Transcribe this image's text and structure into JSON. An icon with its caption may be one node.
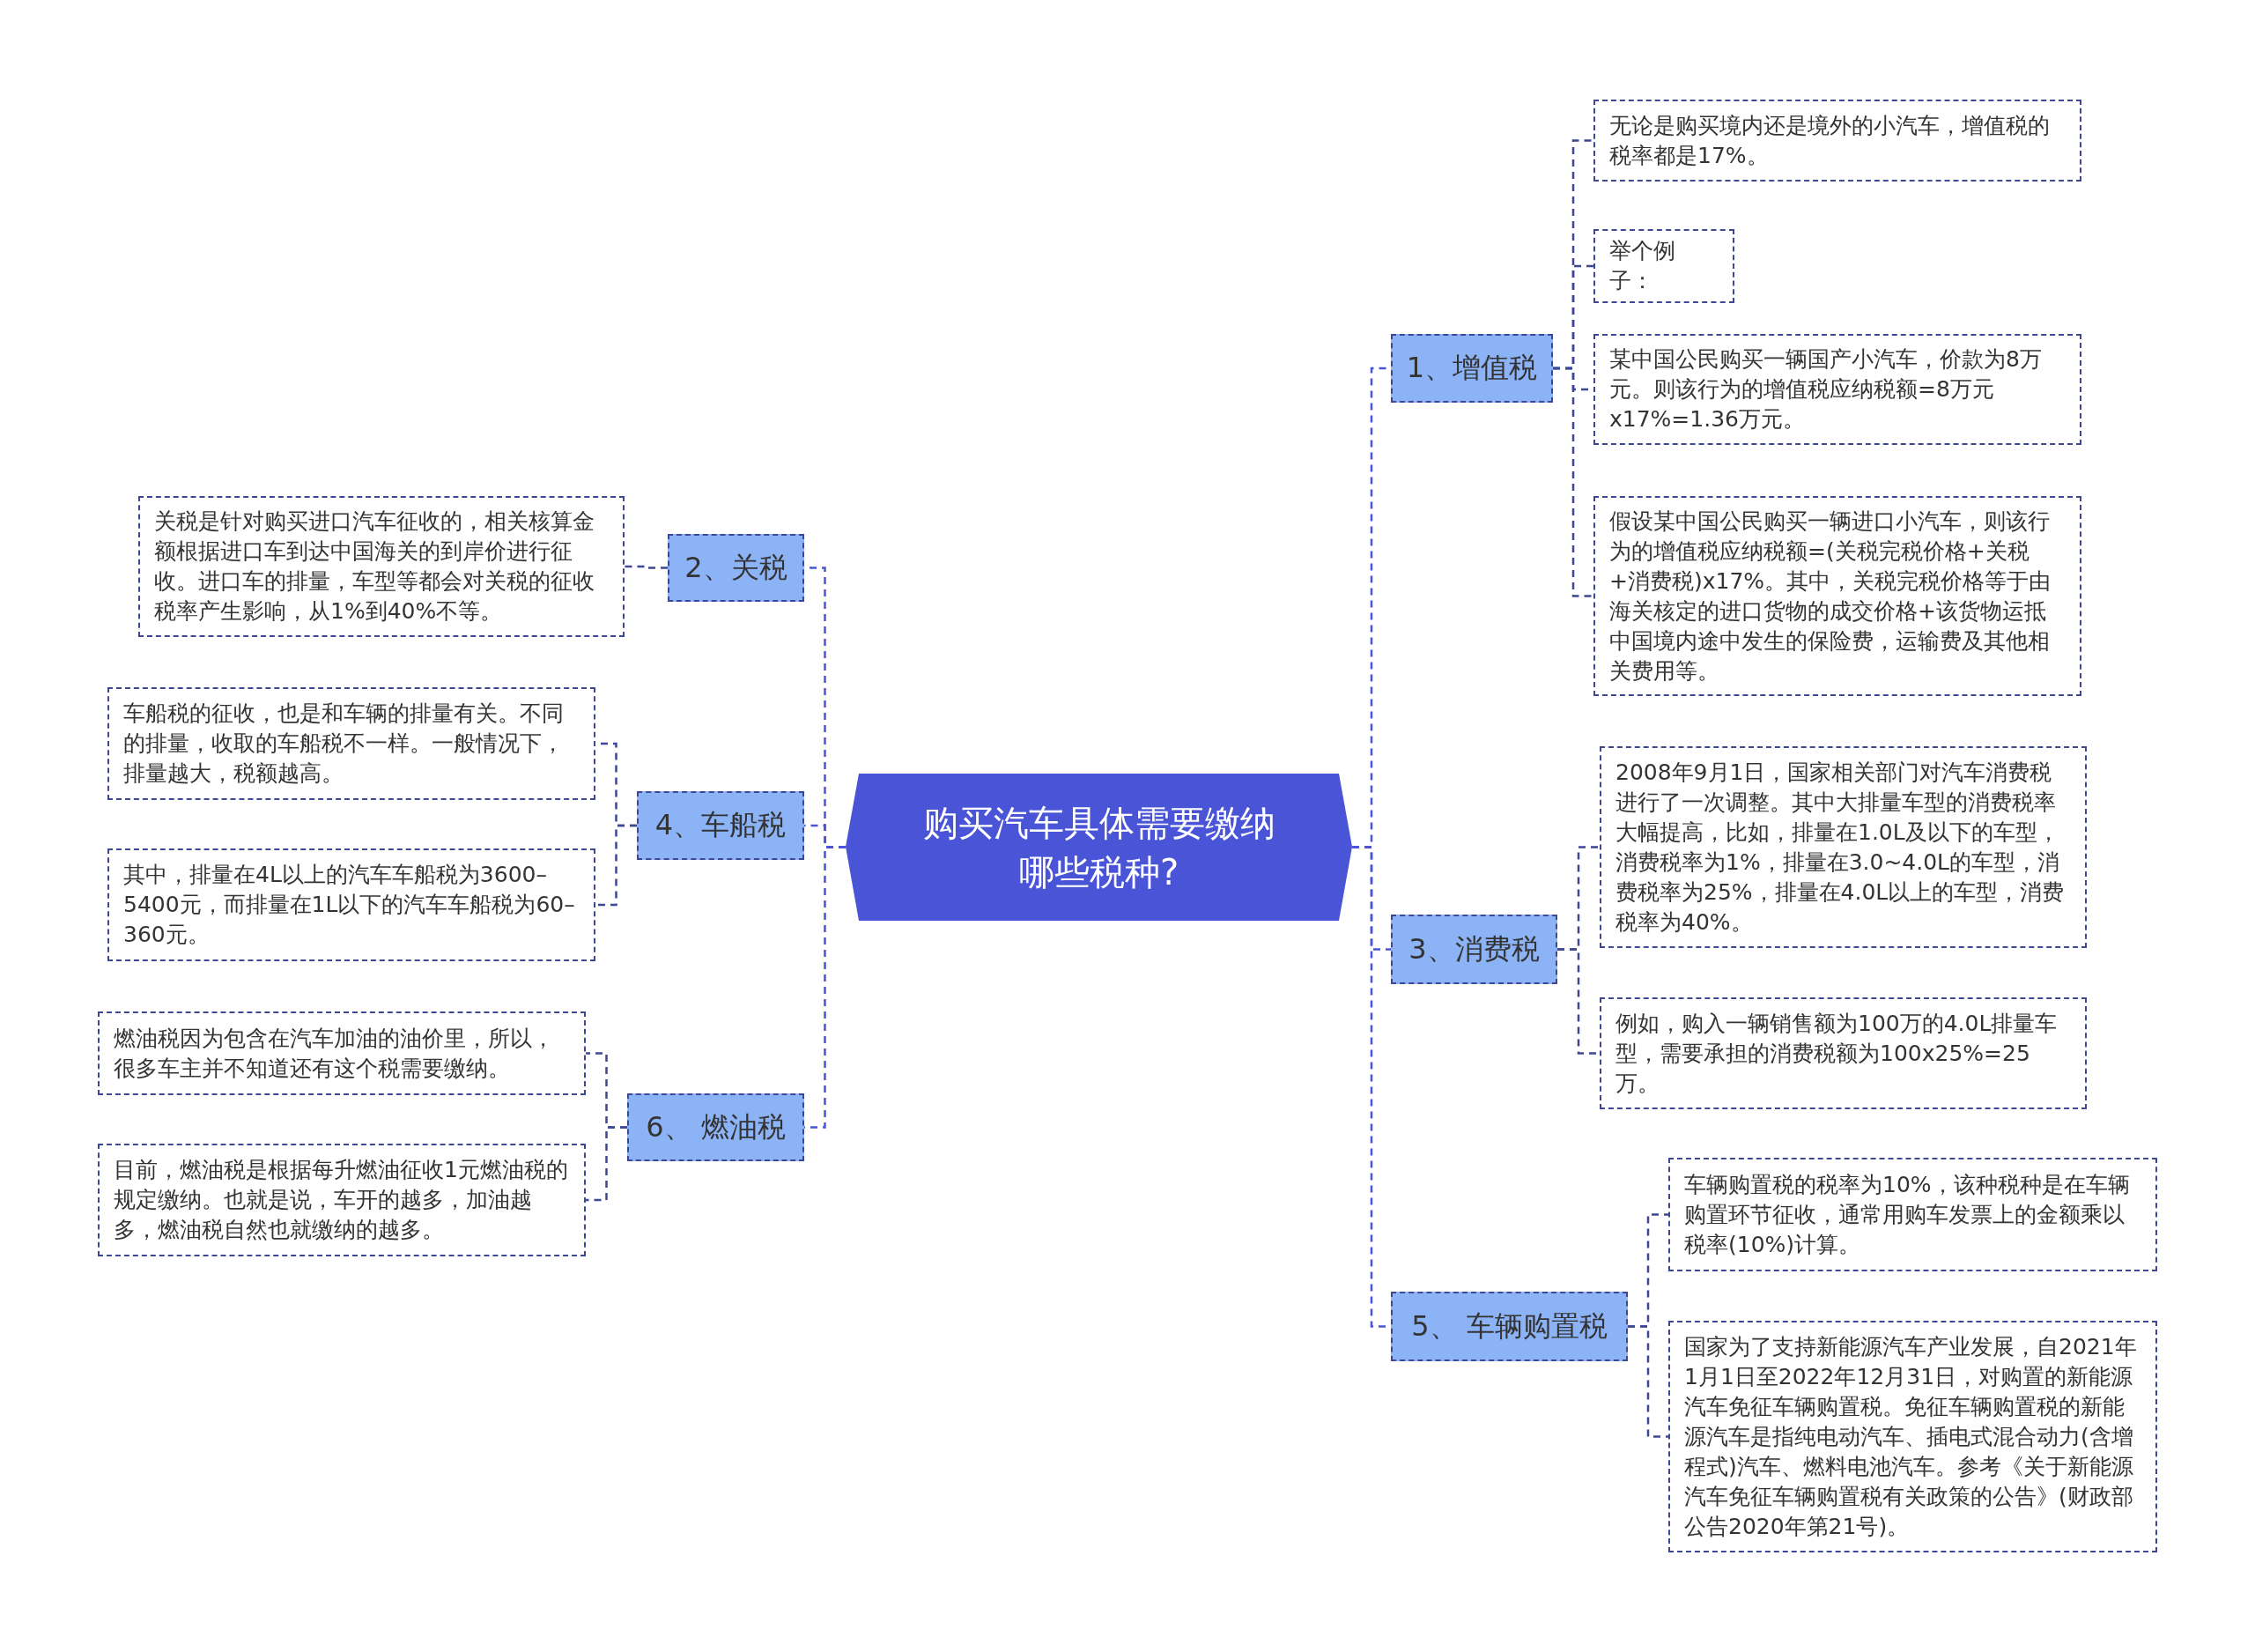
{
  "diagram": {
    "nodes": [
      {
        "text": [
          "购买汽车具体需要缴纳哪些税种?"
        ]
      },
      {
        "text": [
          "1、增值税"
        ]
      },
      {
        "text": [
          "无论是购买境内还是境外的小汽车，增值税的税率都是17%。"
        ]
      },
      {
        "text": [
          "举个例子："
        ]
      },
      {
        "text": [
          "某中国公民购买一辆国产小汽车，价款为8万元。则该行为的增值税应纳税额=8万元x17%=1.36万元。"
        ]
      },
      {
        "text": [
          "假设某中国公民购买一辆进口小汽车，则该行为的增值税应纳税额=(关税完税价格+关税+消费税)x17%。其中，关税完税价格等于由海关核定的进口货物的成交价格+该货物运抵中国境内途中发生的保险费，运输费及其他相关费用等。"
        ]
      },
      {
        "text": [
          "2、关税"
        ]
      },
      {
        "text": [
          "关税是针对购买进口汽车征收的，相关核算金额根据进口车到达中国海关的到岸价进行征收。进口车的排量，车型等都会对关税的征收税率产生影响，从1%到40%不等。"
        ]
      },
      {
        "text": [
          "3、消费税"
        ]
      },
      {
        "text": [
          "2008年9月1日，国家相关部门对汽车消费税进行了一次调整。其中大排量车型的消费税率大幅提高，比如，排量在1.0L及以下的车型，消费税率为1%，排量在3.0~4.0L的车型，消费税率为25%，排量在4.0L以上的车型，消费税率为40%。"
        ]
      },
      {
        "text": [
          "例如，购入一辆销售额为100万的4.0L排量车型，需要承担的消费税额为100x25%=25万。"
        ]
      },
      {
        "text": [
          "4、车船税"
        ]
      },
      {
        "text": [
          "车船税的征收，也是和车辆的排量有关。不同的排量，收取的车船税不一样。一般情况下，排量越大，税额越高。"
        ]
      },
      {
        "text": [
          "其中，排量在4L以上的汽车车船税为3600–5400元，而排量在1L以下的汽车车船税为60–360元。"
        ]
      },
      {
        "text": [
          "5、 车辆购置税"
        ]
      },
      {
        "text": [
          "车辆购置税的税率为10%，该种税种是在车辆购置环节征收，通常用购车发票上的金额乘以税率(10%)计算。"
        ]
      },
      {
        "text": [
          "国家为了支持新能源汽车产业发展，自2021年1月1日至2022年12月31日，对购置的新能源汽车免征车辆购置税。免征车辆购置税的新能源汽车是指纯电动汽车、插电式混合动力(含增程式)汽车、燃料电池汽车。参考《关于新能源汽车免征车辆购置税有关政策的公告》(财政部公告2020年第21号)。"
        ]
      },
      {
        "text": [
          "6、 燃油税"
        ]
      },
      {
        "text": [
          "燃油税因为包含在汽车加油的油价里，所以，很多车主并不知道还有这个税需要缴纳。"
        ]
      },
      {
        "text": [
          "目前，燃油税是根据每升燃油征收1元燃油税的规定缴纳。也就是说，车开的越多，加油越多，燃油税自然也就缴纳的越多。"
        ]
      }
    ],
    "edges": [
      {
        "from": 0,
        "to": 1,
        "arrow": "none"
      },
      {
        "from": 1,
        "to": 2,
        "arrow": "none"
      },
      {
        "from": 1,
        "to": 3,
        "arrow": "none"
      },
      {
        "from": 1,
        "to": 4,
        "arrow": "none"
      },
      {
        "from": 1,
        "to": 5,
        "arrow": "none"
      },
      {
        "from": 0,
        "to": 6,
        "arrow": "none"
      },
      {
        "from": 6,
        "to": 7,
        "arrow": "none"
      },
      {
        "from": 0,
        "to": 8,
        "arrow": "none"
      },
      {
        "from": 8,
        "to": 9,
        "arrow": "none"
      },
      {
        "from": 8,
        "to": 10,
        "arrow": "none"
      },
      {
        "from": 0,
        "to": 11,
        "arrow": "none"
      },
      {
        "from": 11,
        "to": 12,
        "arrow": "none"
      },
      {
        "from": 11,
        "to": 13,
        "arrow": "none"
      },
      {
        "from": 0,
        "to": 14,
        "arrow": "none"
      },
      {
        "from": 14,
        "to": 15,
        "arrow": "none"
      },
      {
        "from": 14,
        "to": 16,
        "arrow": "none"
      },
      {
        "from": 0,
        "to": 17,
        "arrow": "none"
      },
      {
        "from": 17,
        "to": 18,
        "arrow": "none"
      },
      {
        "from": 17,
        "to": 19,
        "arrow": "none"
      }
    ]
  }
}
